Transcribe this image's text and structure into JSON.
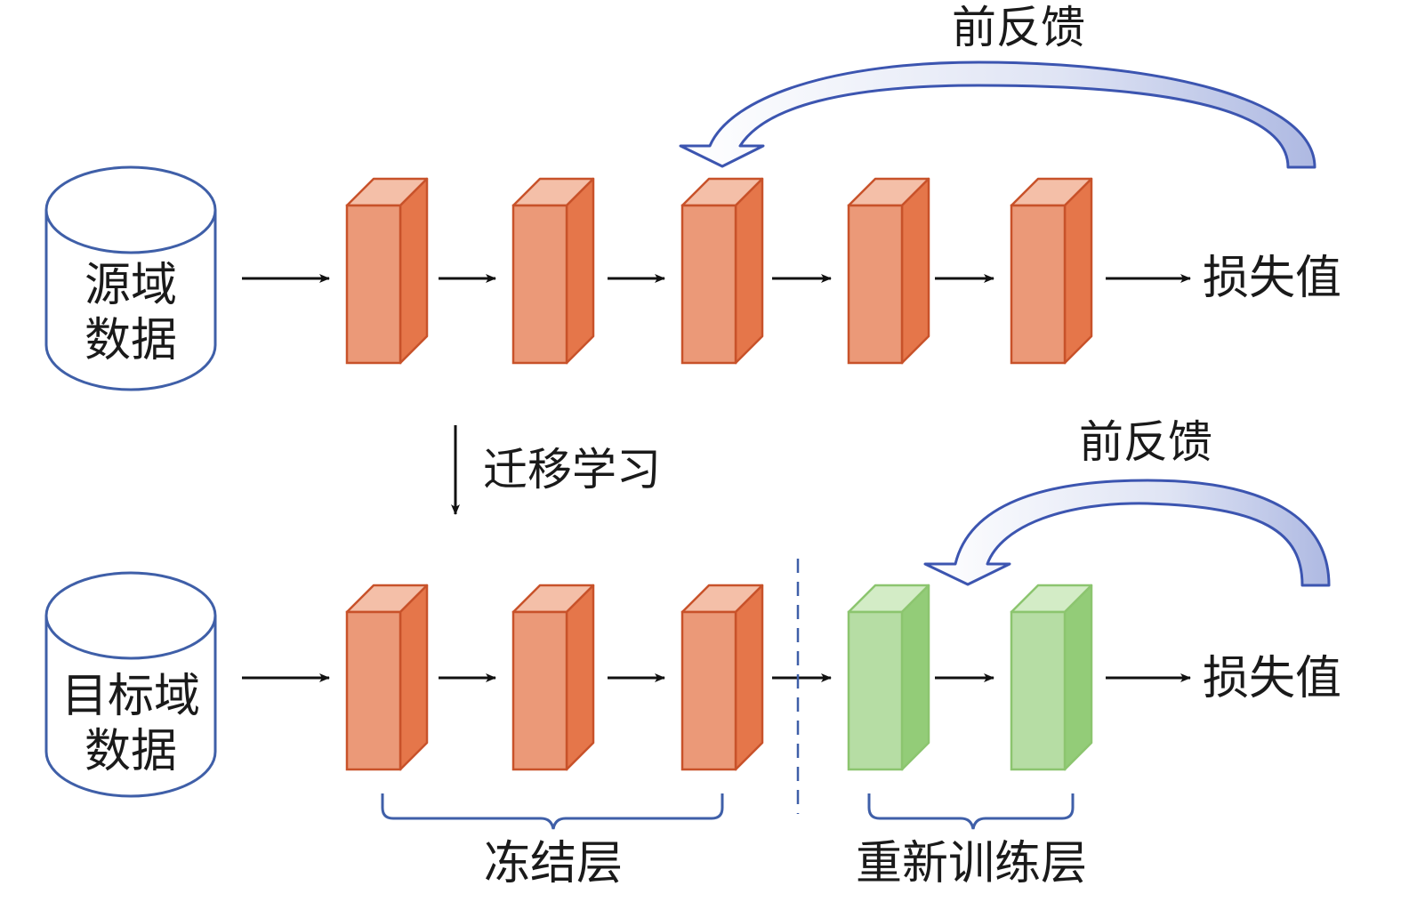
{
  "colors": {
    "orange_front": "#EB9978",
    "orange_side": "#E5764A",
    "orange_top": "#F4BFA8",
    "orange_stroke": "#C8522A",
    "green_front": "#B6DDA4",
    "green_side": "#93CC78",
    "green_top": "#D3ECC6",
    "green_stroke": "#8CC56F",
    "db_stroke": "#3F5FA8",
    "feedback_dark": "#3C55B0",
    "feedback_light": "#B7C2E6",
    "arrow": "#111111"
  },
  "source": {
    "db_line1": "源域",
    "db_line2": "数据",
    "output": "损失值",
    "feedback": "前反馈"
  },
  "transfer": {
    "label": "迁移学习"
  },
  "target": {
    "db_line1": "目标域",
    "db_line2": "数据",
    "output": "损失值",
    "feedback": "前反馈",
    "frozen_label": "冻结层",
    "retrain_label": "重新训练层"
  }
}
